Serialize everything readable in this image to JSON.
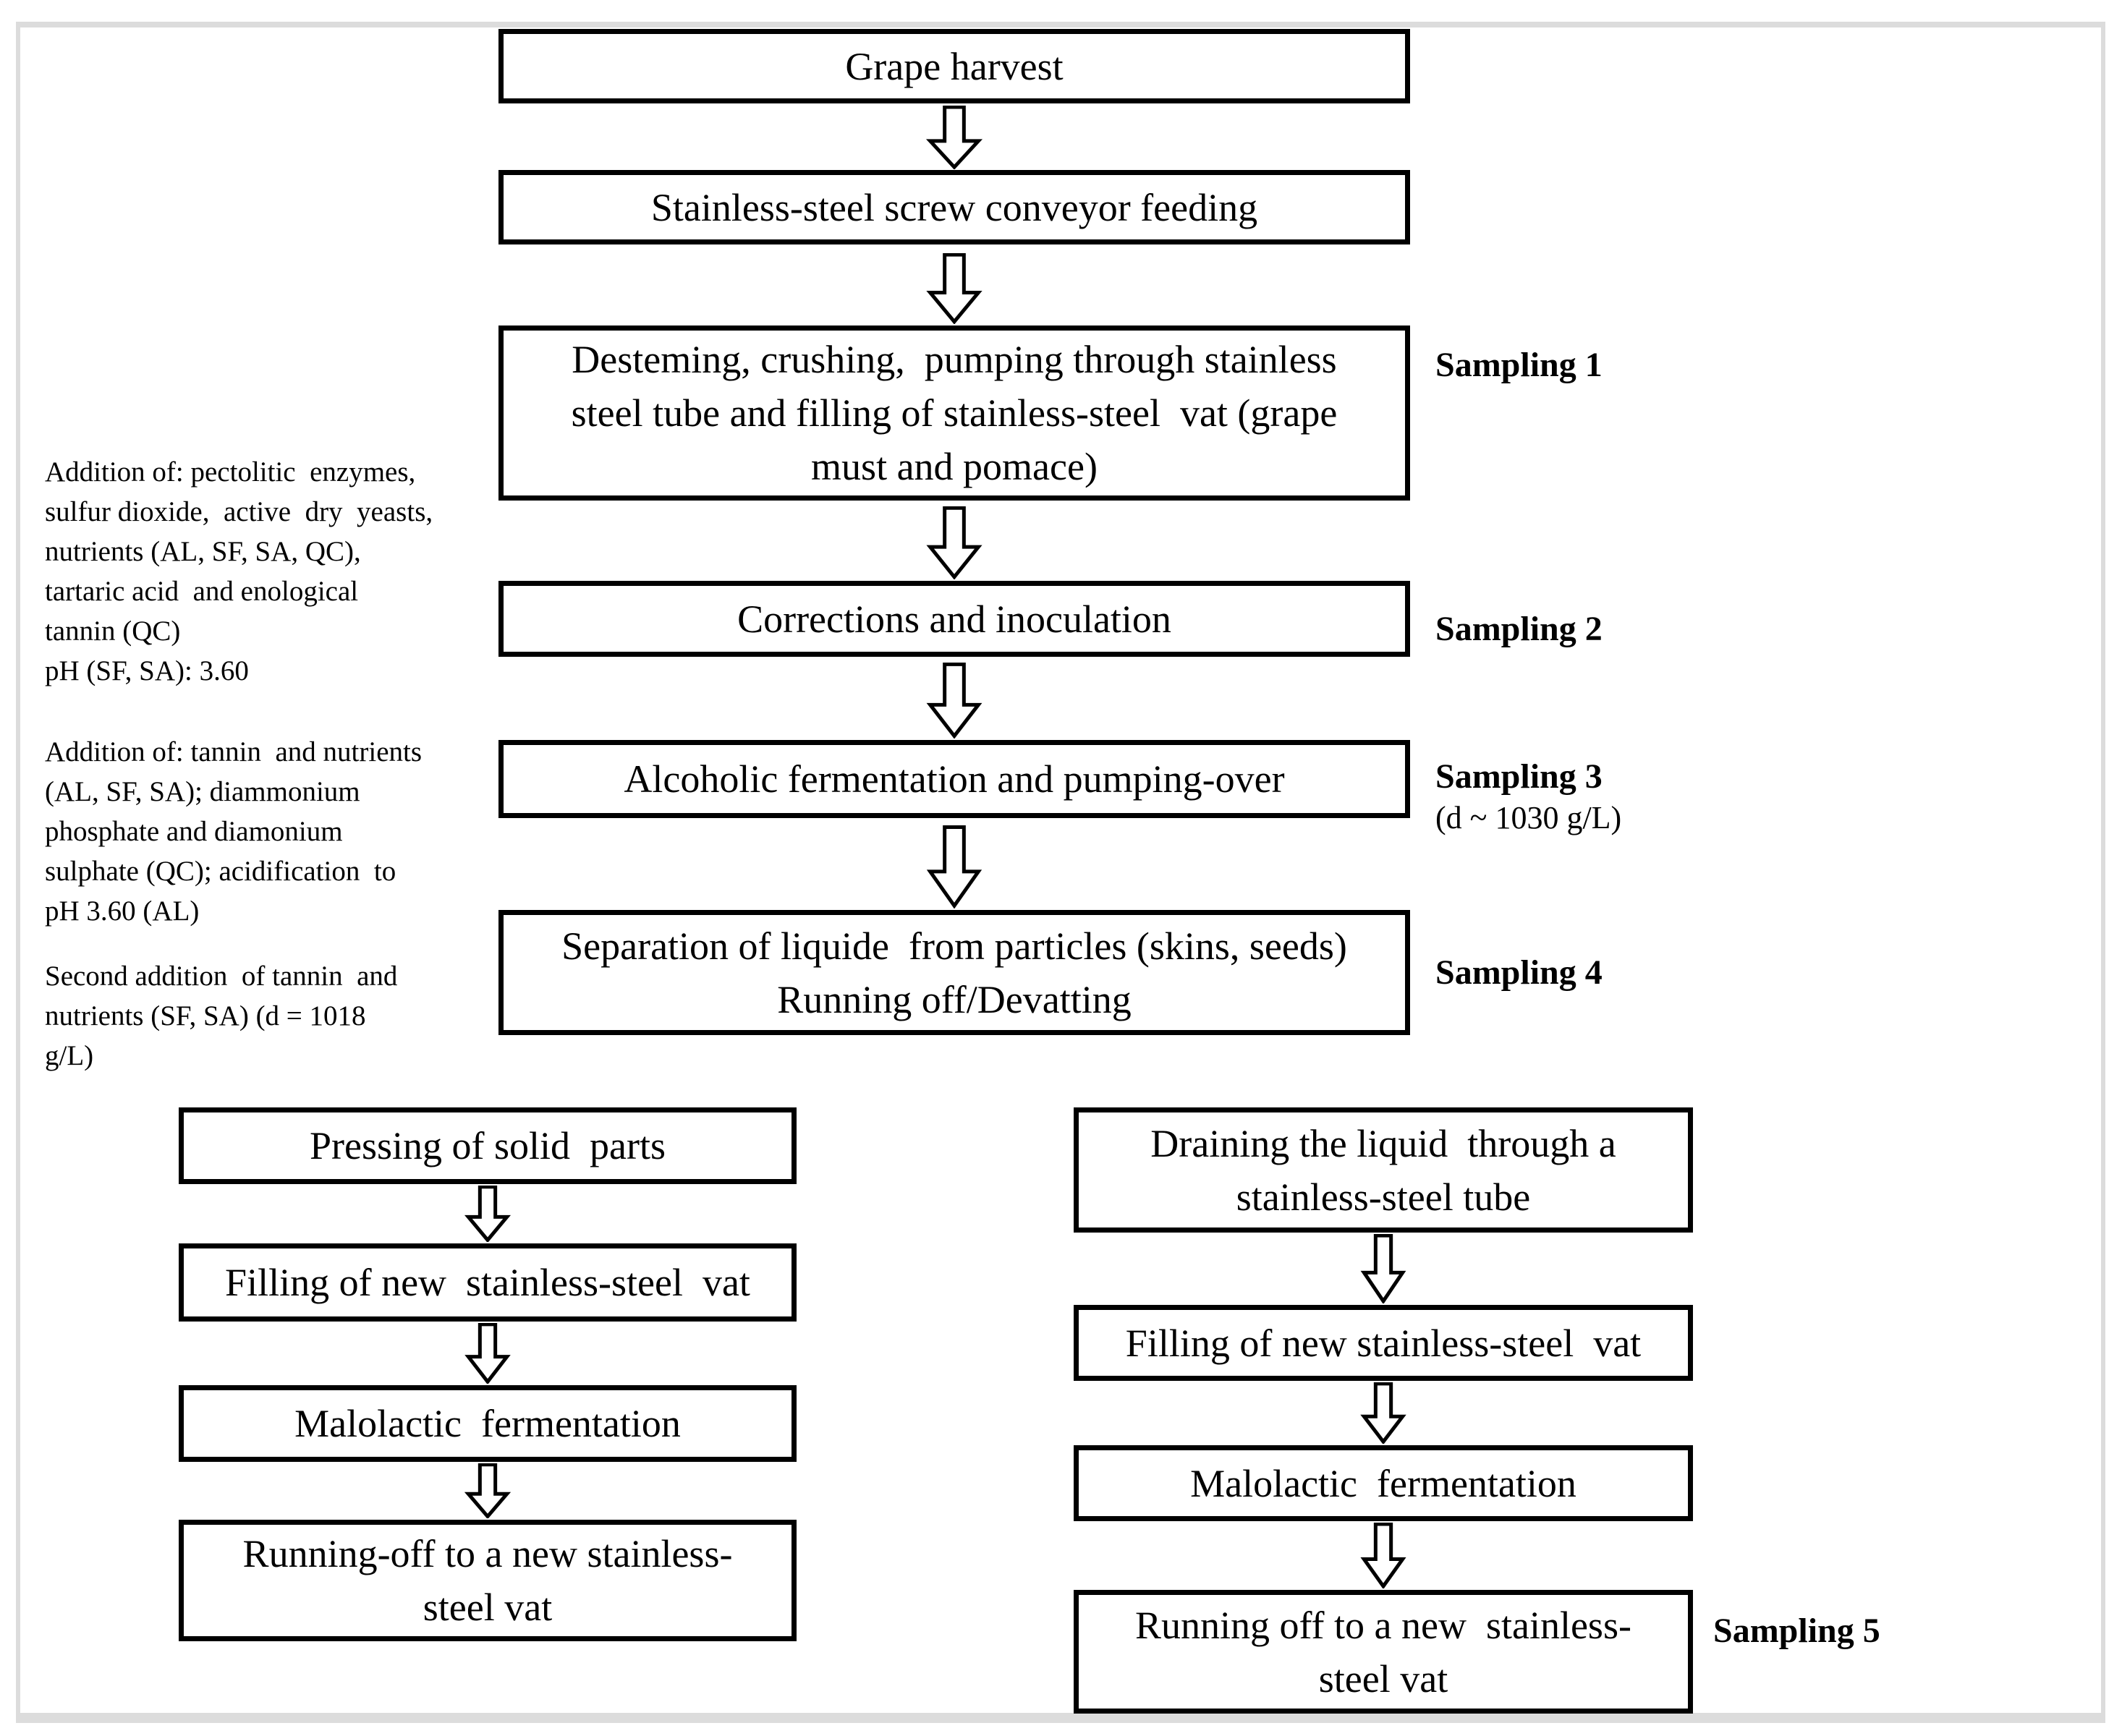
{
  "figure": {
    "title": "Winemaking process flowchart",
    "colors": {
      "box_border": "#000000",
      "box_fill": "#ffffff",
      "text": "#000000",
      "frame_border": "#dcdcdc",
      "background": "#ffffff"
    },
    "main_column": {
      "boxes": [
        {
          "label": "Grape harvest"
        },
        {
          "label": "Stainless-steel screw conveyor feeding"
        },
        {
          "label": "Desteming, crushing,  pumping through stainless\nsteel tube and filling of stainless-steel  vat (grape\nmust and pomace)"
        },
        {
          "label": "Corrections and inoculation"
        },
        {
          "label": "Alcoholic fermentation and pumping-over"
        },
        {
          "label": "Separation of liquide  from particles (skins, seeds)\nRunning off/Devatting"
        }
      ]
    },
    "left_branch": {
      "boxes": [
        {
          "label": "Pressing of solid  parts"
        },
        {
          "label": "Filling of new  stainless-steel  vat"
        },
        {
          "label": "Malolactic  fermentation"
        },
        {
          "label": "Running-off to a new stainless-\nsteel vat"
        }
      ]
    },
    "right_branch": {
      "boxes": [
        {
          "label": "Draining the liquid  through a\nstainless-steel tube"
        },
        {
          "label": "Filling of new stainless-steel  vat"
        },
        {
          "label": "Malolactic  fermentation"
        },
        {
          "label": "Running off to a new  stainless-\nsteel vat"
        }
      ]
    },
    "samplings": [
      {
        "label": "Sampling 1"
      },
      {
        "label": "Sampling 2"
      },
      {
        "label": "Sampling 3",
        "note": "(d ~ 1030 g/L)"
      },
      {
        "label": "Sampling 4"
      },
      {
        "label": "Sampling 5"
      }
    ],
    "annotations": [
      {
        "text": "Addition of: pectolitic  enzymes,\nsulfur dioxide,  active  dry  yeasts,\nnutrients (AL, SF, SA, QC),\ntartaric acid  and enological\ntannin (QC)\npH (SF, SA): 3.60"
      },
      {
        "text": "Addition of: tannin  and nutrients\n(AL, SF, SA); diammonium\nphosphate and diamonium\nsulphate (QC); acidification  to\npH 3.60 (AL)"
      },
      {
        "text": "Second addition  of tannin  and\nnutrients (SF, SA) (d = 1018\ng/L)"
      }
    ]
  }
}
